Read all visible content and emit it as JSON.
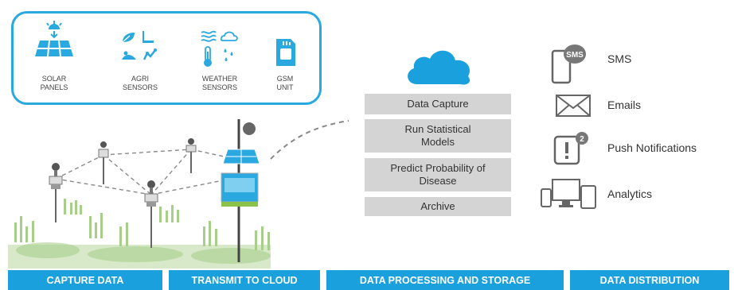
{
  "sensors": [
    {
      "label": "SOLAR\nPANELS",
      "icon": "solar-panel-icon"
    },
    {
      "label": "AGRI\nSENSORS",
      "icon": "agri-sensors-icon"
    },
    {
      "label": "WEATHER\nSENSORS",
      "icon": "weather-sensors-icon"
    },
    {
      "label": "GSM\nUNIT",
      "icon": "gsm-unit-icon"
    }
  ],
  "processing": {
    "steps": [
      "Data Capture",
      "Run Statistical\nModels",
      "Predict Probability of\nDisease",
      "Archive"
    ]
  },
  "distribution": {
    "items": [
      {
        "label": "SMS",
        "icon": "sms-phone-icon",
        "badge": "SMS"
      },
      {
        "label": "Emails",
        "icon": "email-envelope-icon"
      },
      {
        "label": "Push Notifications",
        "icon": "push-notification-icon",
        "badge": "2"
      },
      {
        "label": "Analytics",
        "icon": "devices-icon"
      }
    ]
  },
  "stages": [
    "CAPTURE DATA",
    "TRANSMIT TO CLOUD",
    "DATA PROCESSING AND STORAGE",
    "DATA DISTRIBUTION"
  ],
  "colors": {
    "accent": "#1aa0dd",
    "sensor_box_border": "#2aa8e0",
    "process_box": "#d4d4d4",
    "plants": "#a8cf8a",
    "icon_gray": "#666666"
  }
}
